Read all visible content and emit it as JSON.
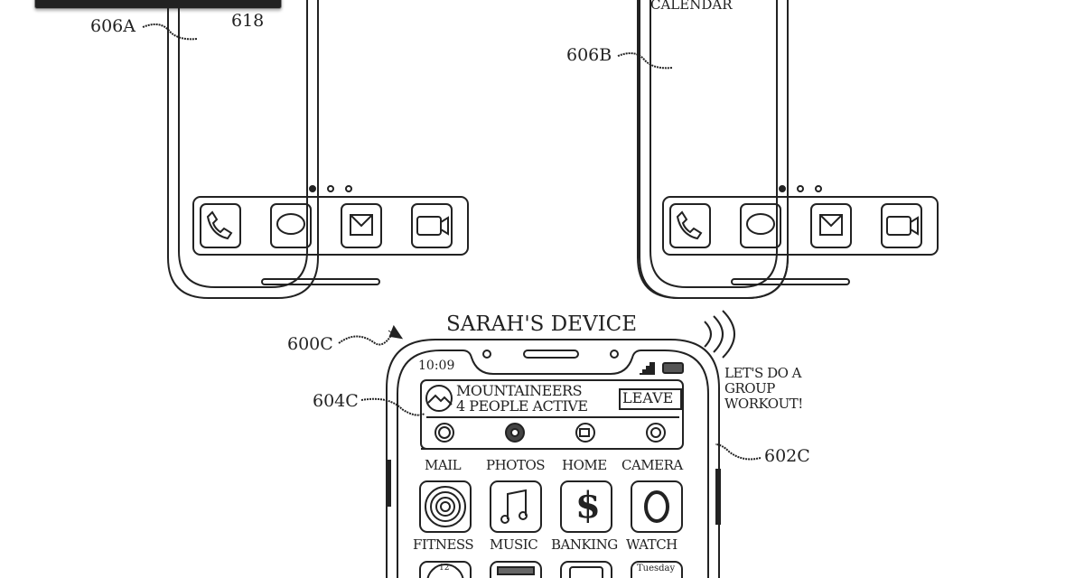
{
  "refs": {
    "r606a": "606A",
    "r618": "618",
    "r606b": "606B",
    "r600c": "600C",
    "r604c": "604C",
    "r602c": "602C"
  },
  "top_right_screen_text": "CALENDAR",
  "device_title": "SARAH'S DEVICE",
  "speech": [
    "LET'S DO A",
    "GROUP",
    "WORKOUT!"
  ],
  "status_time": "10:09",
  "banner": {
    "line1": "MOUNTAINEERS",
    "line2": "4 PEOPLE ACTIVE",
    "leave": "LEAVE"
  },
  "row1_labels": [
    "MAIL",
    "PHOTOS",
    "HOME",
    "CAMERA"
  ],
  "row2_labels": [
    "FITNESS",
    "MUSIC",
    "BANKING",
    "WATCH"
  ],
  "row3_partial": {
    "clock_num": "12",
    "calendar_day": "Tuesday"
  }
}
